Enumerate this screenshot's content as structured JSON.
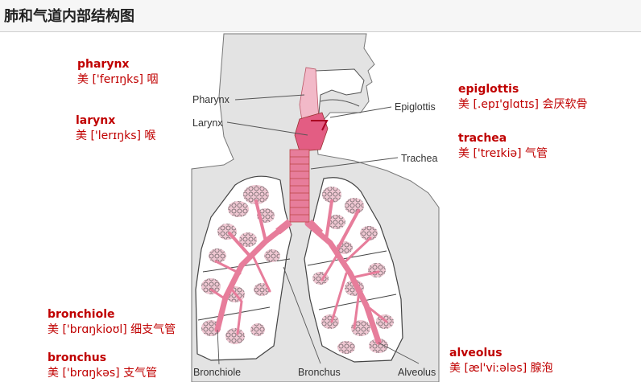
{
  "page": {
    "title": "肺和气道内部结构图"
  },
  "terms": [
    {
      "id": "pharynx",
      "word": "pharynx",
      "pron": "美 ['ferɪŋks] 咽"
    },
    {
      "id": "larynx",
      "word": "larynx",
      "pron": "美 ['lerɪŋks] 喉"
    },
    {
      "id": "epiglottis",
      "word": "epiglottis",
      "pron": "美 [.epɪ'glɑtɪs]  会厌软骨"
    },
    {
      "id": "trachea",
      "word": "trachea",
      "pron": "美 ['treɪkiə]  气管"
    },
    {
      "id": "bronchiole",
      "word": "bronchiole",
      "pron": "美 ['brɑŋkioʊl]  细支气管"
    },
    {
      "id": "bronchus",
      "word": "bronchus",
      "pron": "美 ['brɑŋkəs]  支气管"
    },
    {
      "id": "alveolus",
      "word": "alveolus",
      "pron": "美 [æl'viːələs]   腺泡"
    }
  ],
  "diagram": {
    "labels": {
      "pharynx": "Pharynx",
      "larynx": "Larynx",
      "epiglottis": "Epiglottis",
      "trachea": "Trachea",
      "bronchiole": "Bronchiole",
      "bronchus": "Bronchus",
      "alveolus": "Alveolus"
    }
  }
}
